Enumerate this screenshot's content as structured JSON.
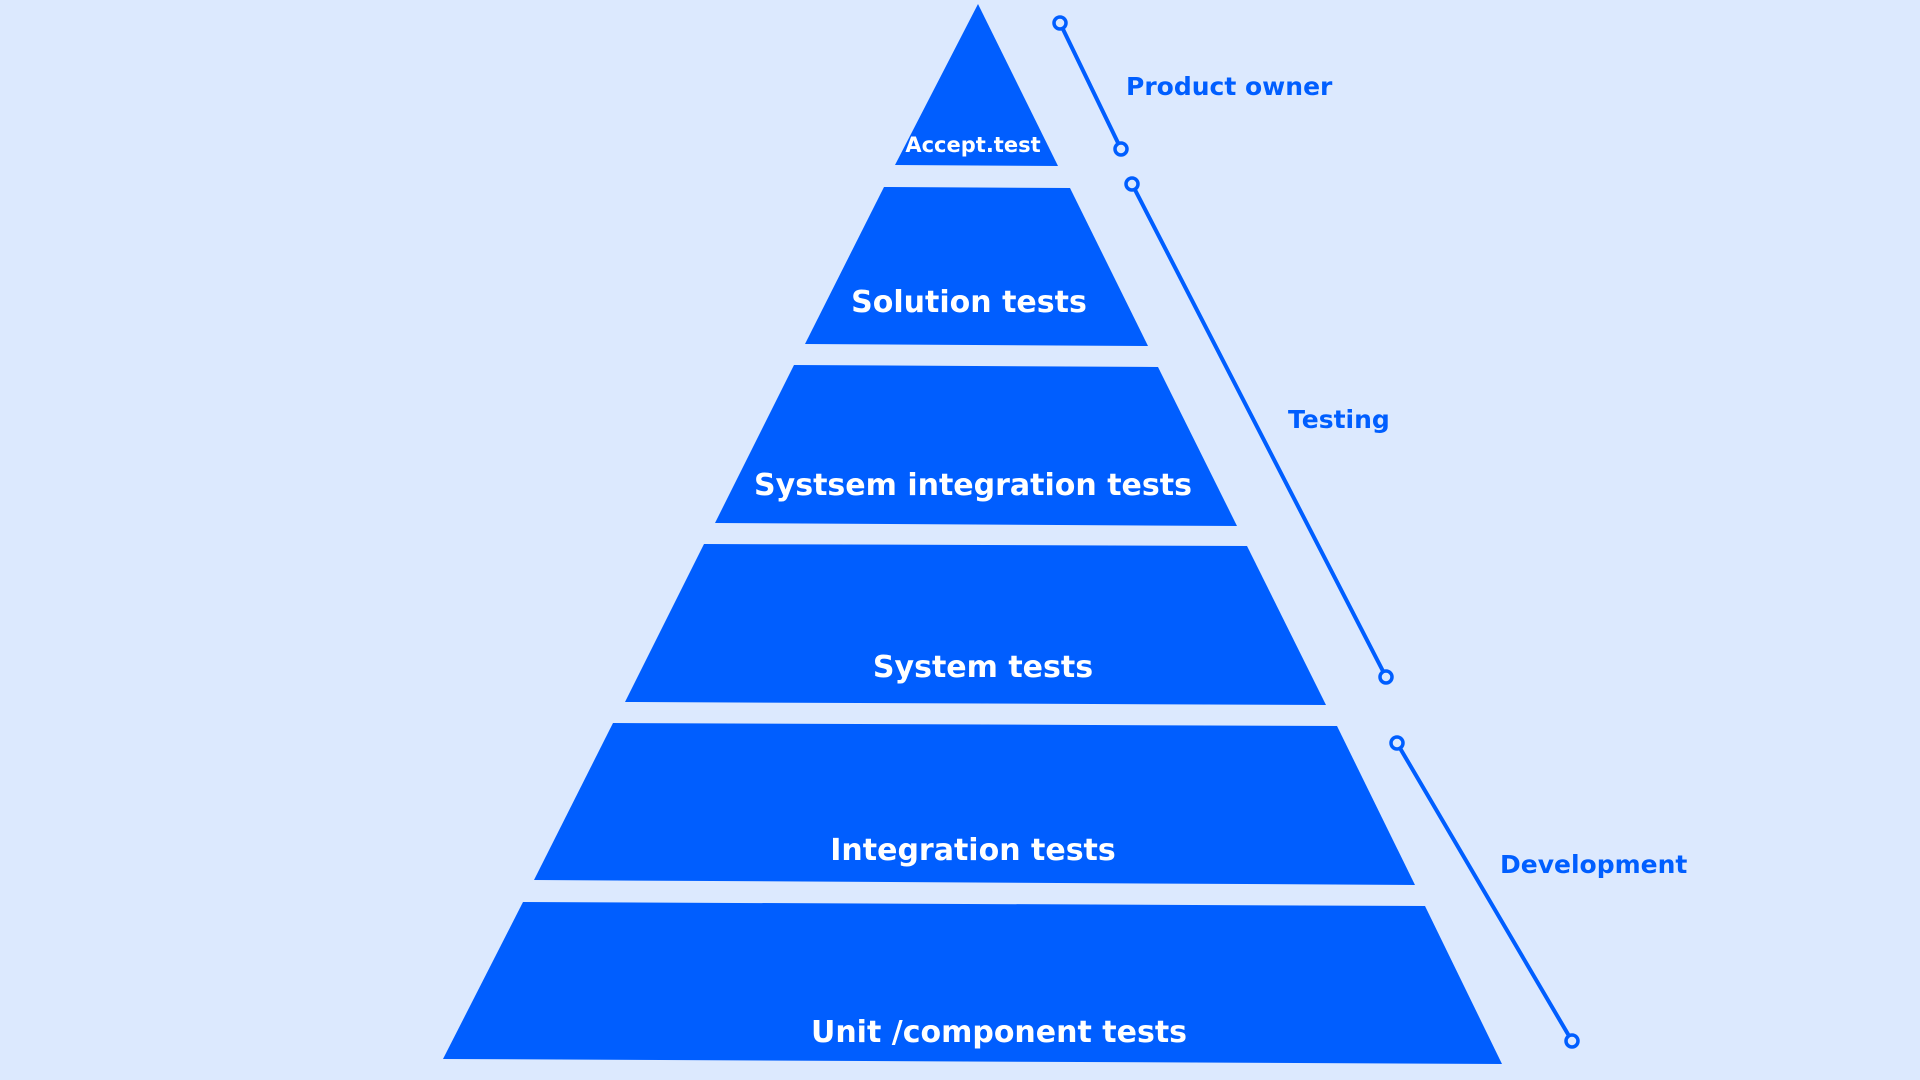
{
  "diagram": {
    "colors": {
      "background": "#dce9fe",
      "accent": "#005eff",
      "tier_text": "#ffffff"
    },
    "tiers": [
      {
        "label": "Accept.test"
      },
      {
        "label": "Solution tests"
      },
      {
        "label": "Systsem integration tests"
      },
      {
        "label": "System tests"
      },
      {
        "label": "Integration tests"
      },
      {
        "label": "Unit /component tests"
      }
    ],
    "roles": [
      {
        "label": "Product owner"
      },
      {
        "label": "Testing"
      },
      {
        "label": "Development"
      }
    ]
  }
}
